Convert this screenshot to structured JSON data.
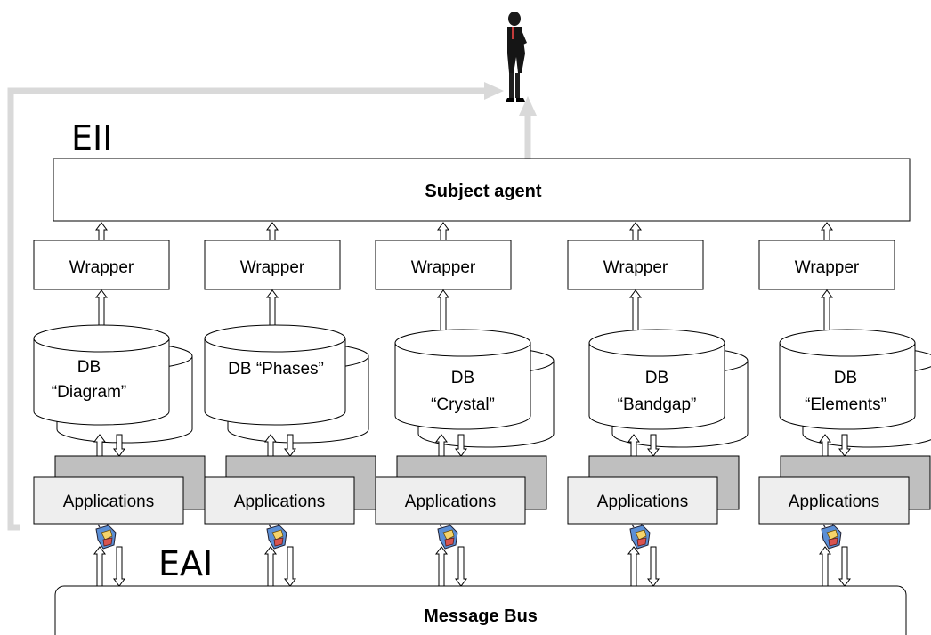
{
  "labels": {
    "eii": "EII",
    "eai": "EAI",
    "subject_agent": "Subject agent",
    "message_bus": "Message Bus",
    "wrapper": "Wrapper",
    "applications": "Applications"
  },
  "columns": [
    {
      "db_line1": "DB",
      "db_line2": "“Diagram”"
    },
    {
      "db_line1": "DB “Phases”",
      "db_line2": ""
    },
    {
      "db_line1": "DB",
      "db_line2": "“Crystal”"
    },
    {
      "db_line1": "DB",
      "db_line2": "“Bandgap”"
    },
    {
      "db_line1": "DB",
      "db_line2": "“Elements”"
    }
  ],
  "colors": {
    "flow_arrow": "#d9d9d9",
    "app_back": "#bfbfbf",
    "app_front": "#eeeeee",
    "line": "#000000"
  },
  "icons": {
    "person": "person-icon",
    "connector": "adapter-plug-icon"
  }
}
